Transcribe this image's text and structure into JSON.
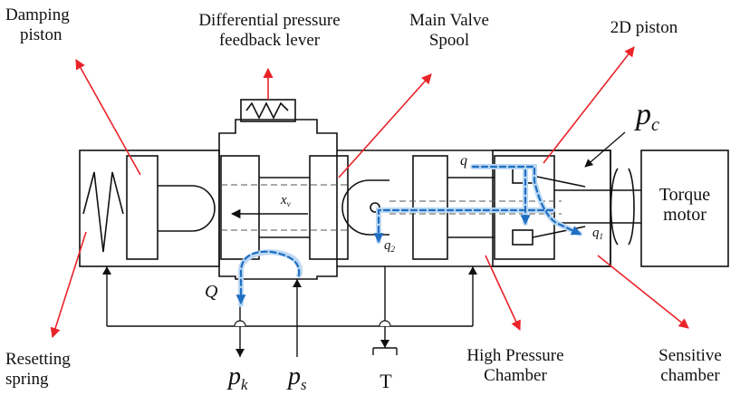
{
  "labels": {
    "damping_piston": [
      "Damping",
      "piston"
    ],
    "feedback_lever": [
      "Differential pressure",
      "feedback lever"
    ],
    "main_valve_spool": [
      "Main Valve",
      "Spool"
    ],
    "piston_2d": "2D piston",
    "torque_motor": [
      "Torque",
      "motor"
    ],
    "resetting_spring": [
      "Resetting",
      "spring"
    ],
    "high_pressure_chamber": [
      "High Pressure",
      "Chamber"
    ],
    "sensitive_chamber": [
      "Sensitive",
      "chamber"
    ],
    "tank": "T"
  },
  "symbols": {
    "pc": {
      "main": "p",
      "sub": "c"
    },
    "pk": {
      "main": "p",
      "sub": "k"
    },
    "ps": {
      "main": "p",
      "sub": "s"
    },
    "Q": {
      "main": "Q",
      "sub": ""
    },
    "xv": {
      "main": "x",
      "sub": "v"
    },
    "q": {
      "main": "q",
      "sub": ""
    },
    "q1": {
      "main": "q",
      "sub": "1"
    },
    "q2": {
      "main": "q",
      "sub": "2"
    }
  },
  "colors": {
    "outline": "#111111",
    "annotation_arrow": "#e8242a",
    "flow_blue": "#1f6fc2",
    "flow_light": "#bcd8f2"
  }
}
